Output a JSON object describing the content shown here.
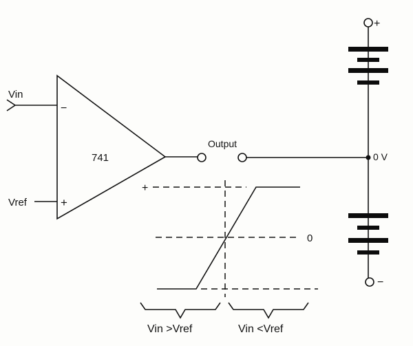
{
  "circuit": {
    "opamp_label": "741",
    "input_inverting_label": "Vin",
    "input_noninverting_label": "Vref",
    "minus_sign": "−",
    "plus_sign": "+",
    "output_label": "Output",
    "supply_positive_label": "+",
    "supply_negative_label": "−",
    "ground_label": "0 V"
  },
  "transfer_graph": {
    "high_level_label": "+",
    "zero_level_label": "0",
    "region_left_label": "Vin >Vref",
    "region_right_label": "Vin <Vref"
  }
}
